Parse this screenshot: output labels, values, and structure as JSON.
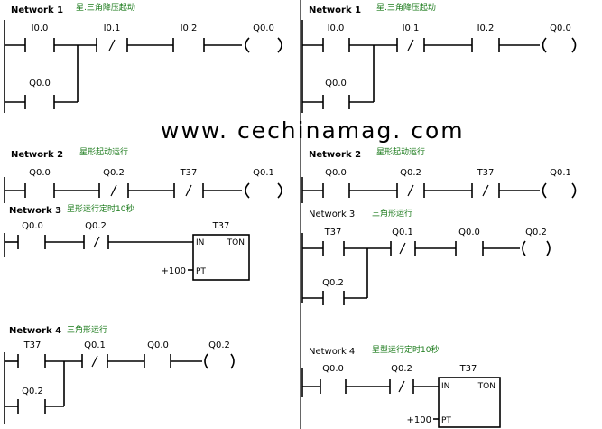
{
  "watermark": "www. cechinamag. com",
  "left": {
    "n1": {
      "label": "Network 1",
      "comment": "星.三角降压起动",
      "c1": "I0.0",
      "c2": "I0.1",
      "c3": "I0.2",
      "coil": "Q0.0",
      "branch": "Q0.0"
    },
    "n2": {
      "label": "Network 2",
      "comment": "星形起动运行",
      "c1": "Q0.0",
      "c2": "Q0.2",
      "c3": "T37",
      "coil": "Q0.1"
    },
    "n3": {
      "label": "Network 3",
      "comment": "星形运行定时10秒",
      "c1": "Q0.0",
      "c2": "Q0.2",
      "timer": "T37",
      "in": "IN",
      "ton": "TON",
      "pv": "+100",
      "pt": "PT"
    },
    "n4": {
      "label": "Network 4",
      "comment": "三角形运行",
      "c1": "T37",
      "c2": "Q0.1",
      "c3": "Q0.0",
      "coil": "Q0.2",
      "branch": "Q0.2"
    }
  },
  "right": {
    "n1": {
      "label": "Network 1",
      "comment": "星.三角降压起动",
      "c1": "I0.0",
      "c2": "I0.1",
      "c3": "I0.2",
      "coil": "Q0.0",
      "branch": "Q0.0"
    },
    "n2": {
      "label": "Network 2",
      "comment": "星形起动运行",
      "c1": "Q0.0",
      "c2": "Q0.2",
      "c3": "T37",
      "coil": "Q0.1"
    },
    "n3": {
      "label": "Network 3",
      "comment": "三角形运行",
      "c1": "T37",
      "c2": "Q0.1",
      "c3": "Q0.0",
      "coil": "Q0.2",
      "branch": "Q0.2"
    },
    "n4": {
      "label": "Network 4",
      "comment": "星型运行定时10秒",
      "c1": "Q0.0",
      "c2": "Q0.2",
      "timer": "T37",
      "in": "IN",
      "ton": "TON",
      "pv": "+100",
      "pt": "PT"
    }
  }
}
